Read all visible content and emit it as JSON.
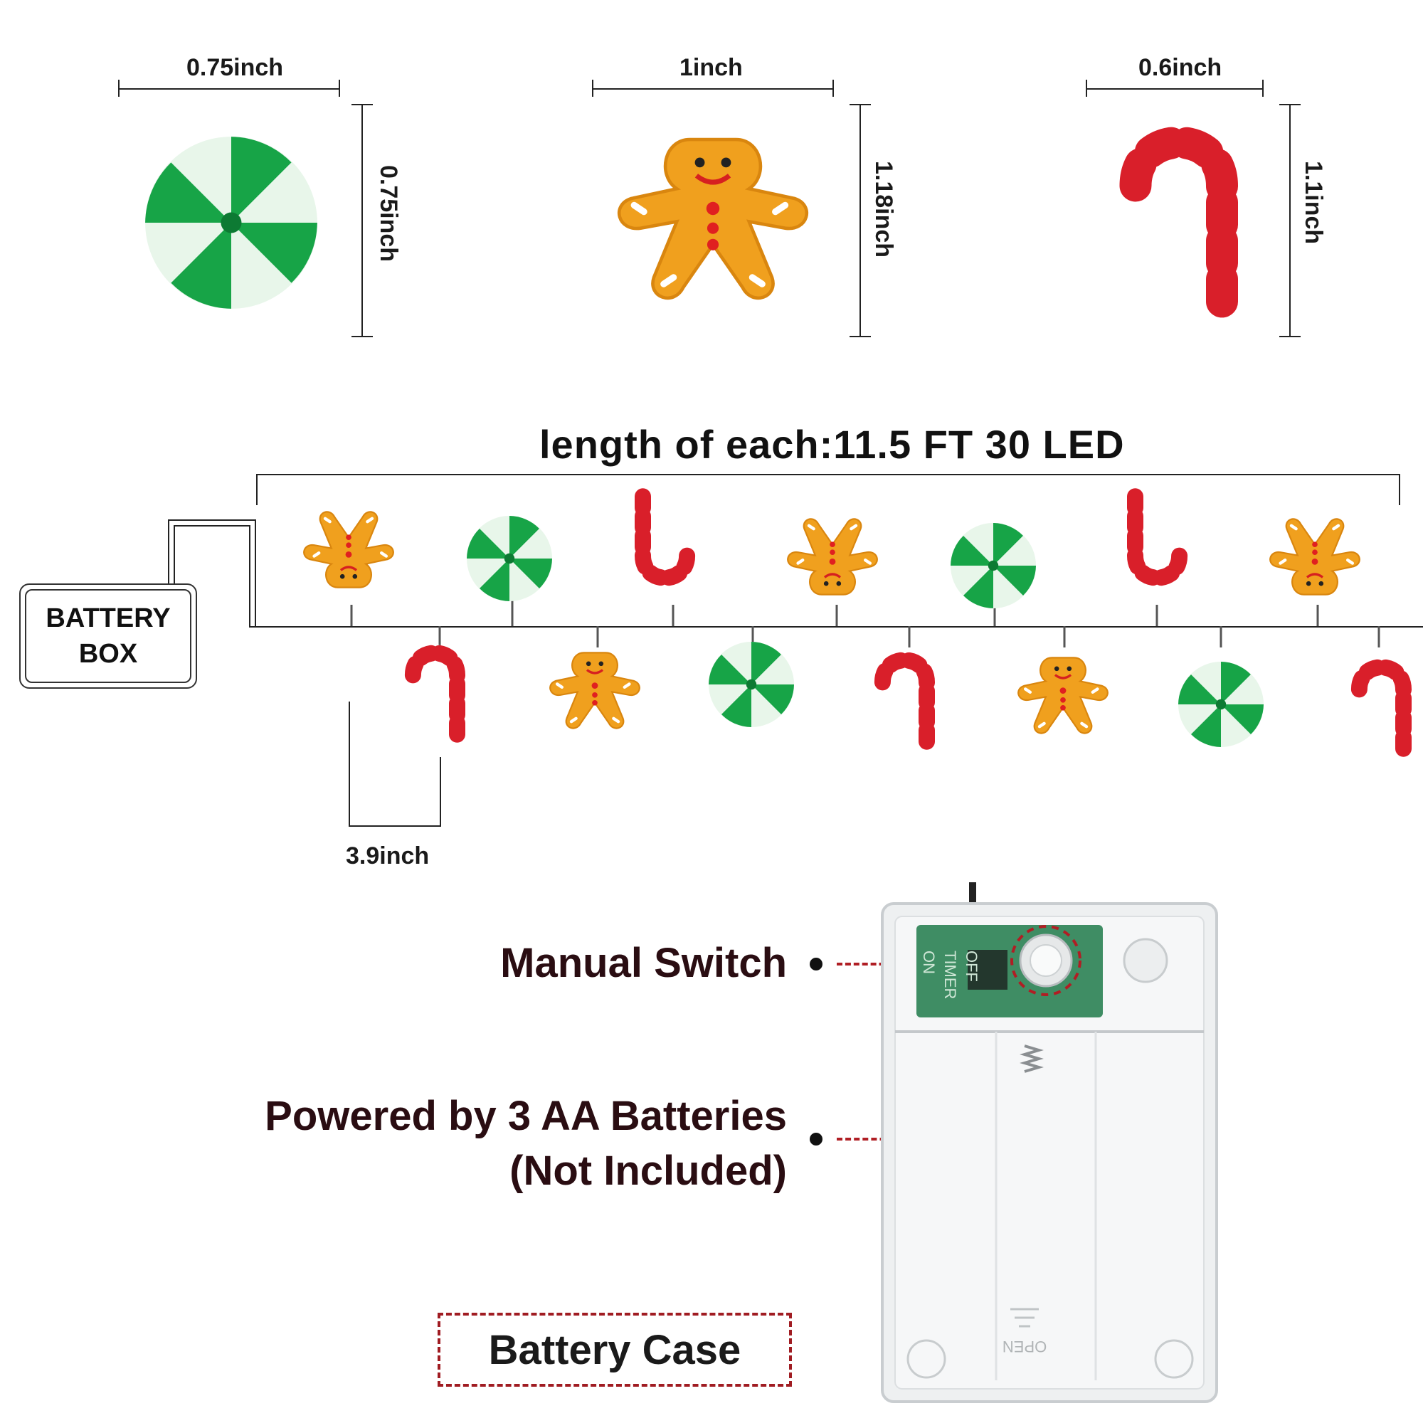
{
  "dimensions": {
    "peppermint_width": "0.75inch",
    "peppermint_height": "0.75inch",
    "gingerbread_width": "1inch",
    "gingerbread_height": "1.18inch",
    "candycane_width": "0.6inch",
    "candycane_height": "1.1inch",
    "spacing": "3.9inch"
  },
  "string_title": "length of each:11.5 FT 30 LED",
  "battery_box": {
    "line1": "BATTERY",
    "line2": "BOX"
  },
  "callouts": {
    "switch": "Manual Switch",
    "power_line1": "Powered by 3 AA Batteries",
    "power_line2": "(Not Included)"
  },
  "case_label": "Battery Case",
  "switch_marks": {
    "on": "ON",
    "timer": "TIMER",
    "off": "OFF"
  },
  "case_open_mark": "OPEN",
  "colors": {
    "peppermint_green": "#16a34a",
    "gingerbread_orange": "#f0a020",
    "candycane_red": "#d91f2a",
    "dash_red": "#b01e24"
  },
  "icons": [
    "peppermint-icon",
    "gingerbread-icon",
    "candy-cane-icon",
    "battery-case-icon"
  ]
}
